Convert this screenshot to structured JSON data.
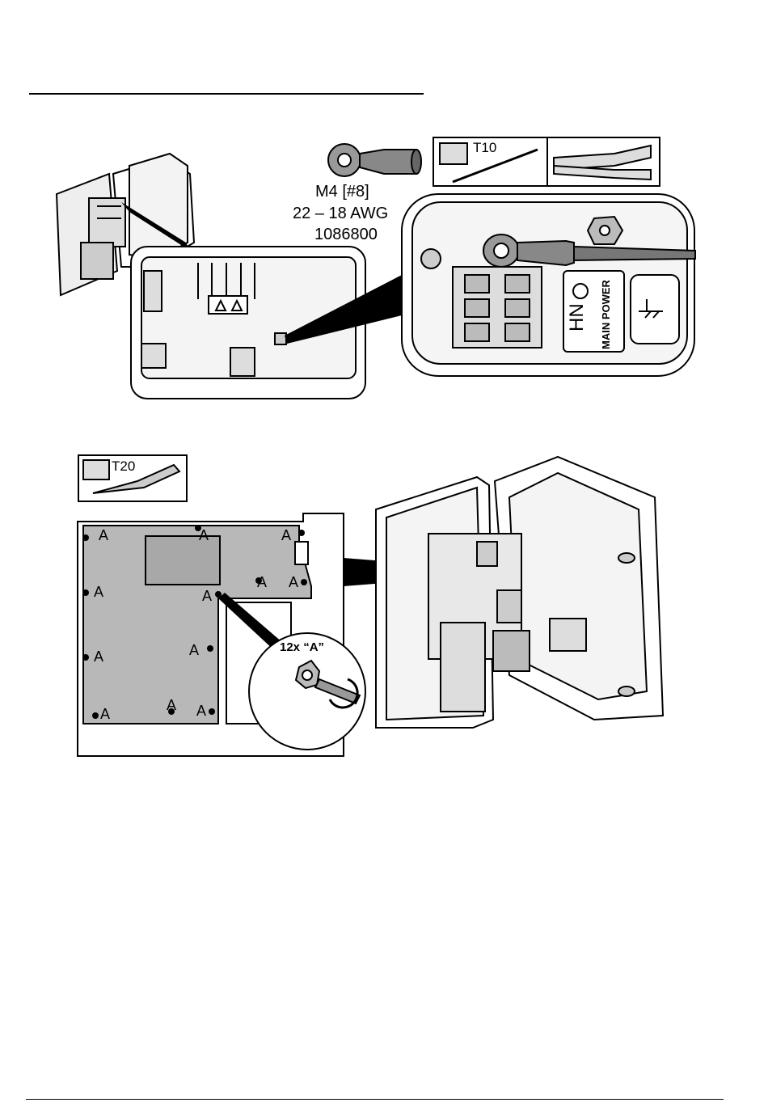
{
  "figure1": {
    "part_size": "M4 [#8]",
    "wire_gauge": "22 – 18 AWG",
    "part_number": "1086800",
    "tool_driver": "T10",
    "hn_label": "HN",
    "power_label": "MAIN POWER"
  },
  "figure2": {
    "tool_driver": "T20",
    "callout": "12x “A”",
    "screw_marker": "A"
  },
  "icons": [
    "torx-driver-icon",
    "crimp-tool-icon",
    "ground-symbol-icon",
    "ring-terminal-icon",
    "warning-icon",
    "rotation-arrow-icon"
  ]
}
